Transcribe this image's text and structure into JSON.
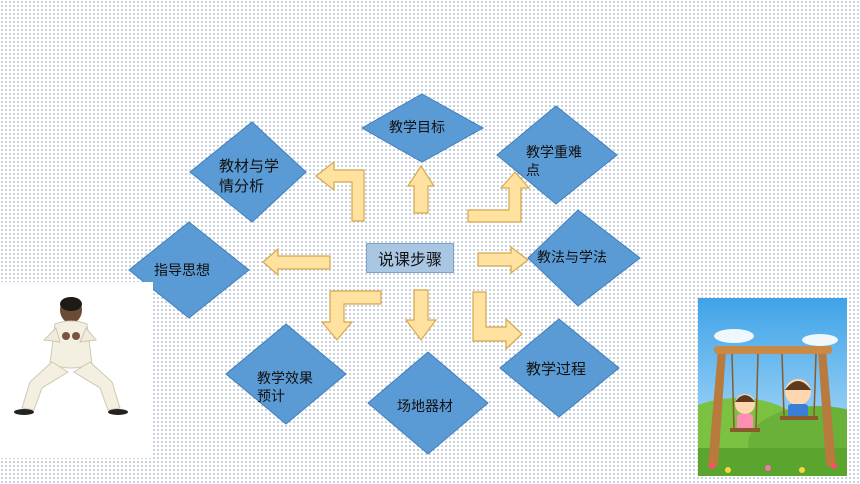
{
  "center": {
    "label": "说课步骤"
  },
  "nodes": [
    {
      "id": "goals",
      "label": "教学目标"
    },
    {
      "id": "textbook",
      "label": "教材与学情分析"
    },
    {
      "id": "key-points",
      "label": "教学重难点"
    },
    {
      "id": "guiding",
      "label": "指导思想"
    },
    {
      "id": "methods",
      "label": "教法与学法"
    },
    {
      "id": "effect",
      "label": "教学效果预计"
    },
    {
      "id": "venue",
      "label": "场地器材"
    },
    {
      "id": "process",
      "label": "教学过程"
    }
  ],
  "colors": {
    "diamond_fill": "#5b9bd5",
    "diamond_stroke": "#3f7fbf",
    "arrow_fill": "#ffe1a0",
    "arrow_stroke": "#d6a84e",
    "center_fill": "#a9c7e3"
  },
  "images": [
    {
      "id": "taichi-photo",
      "description": "martial-arts-figure"
    },
    {
      "id": "swing-cartoon",
      "description": "children-on-swing"
    }
  ]
}
